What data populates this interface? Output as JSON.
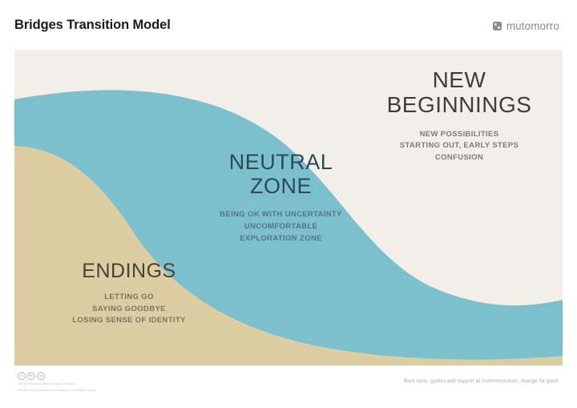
{
  "header": {
    "title": "Bridges Transition Model",
    "brand_name": "mutomorro",
    "brand_mark_icon": "mutomorro-square-icon"
  },
  "palette": {
    "cream": "#f2efe9",
    "blue": "#7cc0ce",
    "tan": "#ddcda2",
    "title_dark": "#1b1b1b",
    "endings_text": "#4a4334",
    "neutral_text": "#2c4a52",
    "new_text": "#3d3d3d"
  },
  "diagram": {
    "zones": [
      {
        "id": "endings",
        "title": "ENDINGS",
        "lines": [
          "LETTING GO",
          "SAYING GOODBYE",
          "LOSING SENSE OF IDENTITY"
        ]
      },
      {
        "id": "neutral-zone",
        "title_line1": "NEUTRAL",
        "title_line2": "ZONE",
        "lines": [
          "BEING OK WITH UNCERTAINTY",
          "UNCOMFORTABLE",
          "EXPLORATION ZONE"
        ]
      },
      {
        "id": "new-beginnings",
        "title_line1": "NEW",
        "title_line2": "BEGINNINGS",
        "lines": [
          "NEW POSSIBILITIES",
          "STARTING OUT, EARLY STEPS",
          "CONFUSION"
        ]
      }
    ]
  },
  "footer": {
    "cc_badges": [
      "cc",
      "by",
      "sa"
    ],
    "license_line1": "This work is licensed under a Creative Commons",
    "license_line2": "Attribution-NonCommercial-NoDerivatives 4.0 International License.",
    "note": "More tools, guides and support at mutomorro.com, change for good."
  }
}
